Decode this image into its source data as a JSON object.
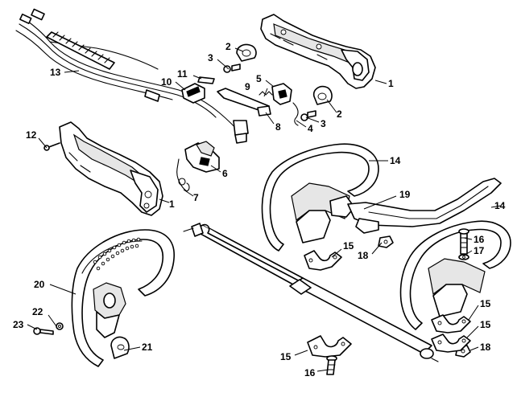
{
  "colors": {
    "line": "#000000",
    "background": "#ffffff",
    "shade": "#e6e6e6"
  },
  "callouts": [
    {
      "id": "c1a",
      "text": "1"
    },
    {
      "id": "c1b",
      "text": "1"
    },
    {
      "id": "c2a",
      "text": "2"
    },
    {
      "id": "c2b",
      "text": "2"
    },
    {
      "id": "c3a",
      "text": "3"
    },
    {
      "id": "c3b",
      "text": "3"
    },
    {
      "id": "c4",
      "text": "4"
    },
    {
      "id": "c5",
      "text": "5"
    },
    {
      "id": "c6",
      "text": "6"
    },
    {
      "id": "c7",
      "text": "7"
    },
    {
      "id": "c8",
      "text": "8"
    },
    {
      "id": "c9",
      "text": "9"
    },
    {
      "id": "c10",
      "text": "10"
    },
    {
      "id": "c11",
      "text": "11"
    },
    {
      "id": "c12",
      "text": "12"
    },
    {
      "id": "c13",
      "text": "13"
    },
    {
      "id": "c14a",
      "text": "14"
    },
    {
      "id": "c14b",
      "text": "14"
    },
    {
      "id": "c15a",
      "text": "15"
    },
    {
      "id": "c15b",
      "text": "15"
    },
    {
      "id": "c15c",
      "text": "15"
    },
    {
      "id": "c15d",
      "text": "15"
    },
    {
      "id": "c16a",
      "text": "16"
    },
    {
      "id": "c16b",
      "text": "16"
    },
    {
      "id": "c17",
      "text": "17"
    },
    {
      "id": "c18a",
      "text": "18"
    },
    {
      "id": "c18b",
      "text": "18"
    },
    {
      "id": "c19",
      "text": "19"
    },
    {
      "id": "c20",
      "text": "20"
    },
    {
      "id": "c21",
      "text": "21"
    },
    {
      "id": "c22",
      "text": "22"
    },
    {
      "id": "c23",
      "text": "23"
    }
  ]
}
